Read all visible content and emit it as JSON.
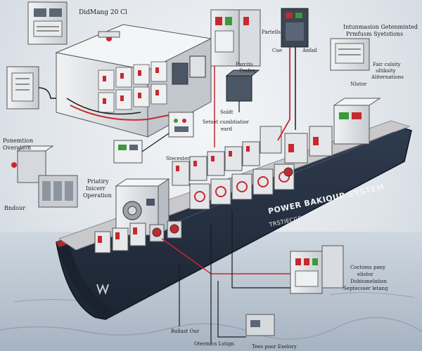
{
  "labels": {
    "top_title": "DidMang 20 Cl",
    "top_right_title_l1": "Intunmasion Getenminted",
    "top_right_title_l2": "Prmfusm Syetstions",
    "partells": "Partells",
    "cue": "Cue",
    "anfail": "Anfail",
    "parcits_l1": "Parcits",
    "parcits_l2": "Prafen",
    "fair_l1": "Fair culsity",
    "fair_l2": "ultiksity",
    "fair_l3": "Aliternations",
    "nlutor": "Nlutor",
    "soldt": "Soldt",
    "setset_l1": "Setset cumbtiatior",
    "setset_l2": "eard",
    "left_l1": "Ponemtion",
    "left_l2": "Overation",
    "priatiry_l1": "Priatiry",
    "priatiry_l2": "Inicerr",
    "priatiry_l3": "Operation",
    "stecester": "Stecester",
    "bndour": "Bndour",
    "hull_title": "POWER BAKIOUP SYSTEM",
    "hull_sub": "TRSTIECGSAIL POTATIUES",
    "br_l1": "Coctoms pany",
    "br_l2": "elistor",
    "br_l3": "Dobiumelation",
    "br_l4": "Septecsser letang",
    "ballast": "Ballast Our",
    "otermics": "Otermics Lstign",
    "tees": "Tees poor Exelory"
  },
  "colors": {
    "hull": "#283445",
    "deck": "#c9c9cb",
    "wire_red": "#c8282c",
    "wire_dark": "#1c1c1c",
    "panel": "#dfe1e4",
    "water": "#aebbc8"
  },
  "icons": [
    "circuit-breaker-icon",
    "control-panel-icon",
    "switch-icon",
    "meter-icon"
  ]
}
